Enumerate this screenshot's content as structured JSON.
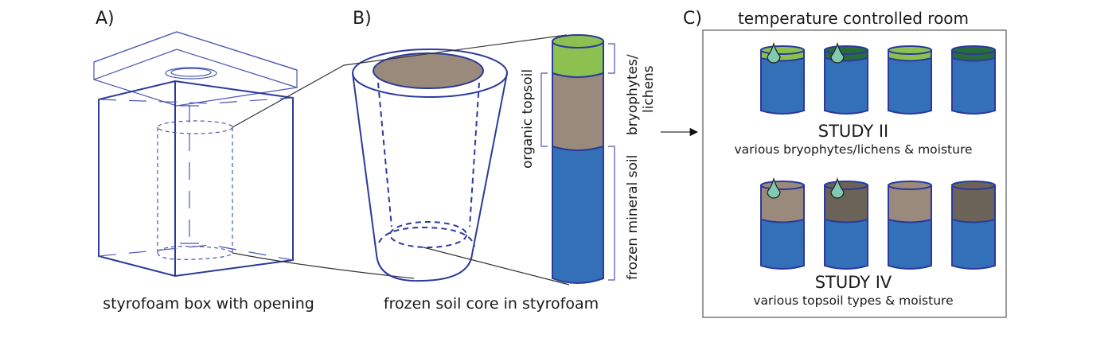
{
  "colors": {
    "outline": "#2b3a9c",
    "mineral_soil": "#3470b8",
    "organic_topsoil": "#9a8a7c",
    "dark_topsoil": "#6b6358",
    "light_moss": "#8cc151",
    "dark_moss": "#2a6b3c",
    "water_drop": "#7fcab0",
    "room_border": "#707070"
  },
  "panel_a": {
    "label": "A)",
    "caption": "styrofoam box with opening"
  },
  "panel_b": {
    "label": "B)",
    "caption": "frozen soil core in styrofoam",
    "layers": [
      {
        "name": "bryophytes/lichens",
        "line1": "bryophytes/",
        "line2": "lichens"
      },
      {
        "name": "organic topsoil",
        "line1": "organic topsoil"
      },
      {
        "name": "frozen mineral soil",
        "line1": "frozen mineral soil"
      }
    ]
  },
  "panel_c": {
    "label": "C)",
    "title": "temperature controlled room",
    "studies": [
      {
        "title": "STUDY II",
        "subtitle": "various bryophytes/lichens & moisture",
        "cores": [
          {
            "top_layer": "light_moss",
            "watered": true
          },
          {
            "top_layer": "dark_moss",
            "watered": true
          },
          {
            "top_layer": "light_moss",
            "watered": false
          },
          {
            "top_layer": "dark_moss",
            "watered": false
          }
        ]
      },
      {
        "title": "STUDY IV",
        "subtitle": "various topsoil types & moisture",
        "cores": [
          {
            "top_layer": "organic_topsoil",
            "watered": true
          },
          {
            "top_layer": "dark_topsoil",
            "watered": true
          },
          {
            "top_layer": "organic_topsoil",
            "watered": false
          },
          {
            "top_layer": "dark_topsoil",
            "watered": false
          }
        ]
      }
    ]
  }
}
